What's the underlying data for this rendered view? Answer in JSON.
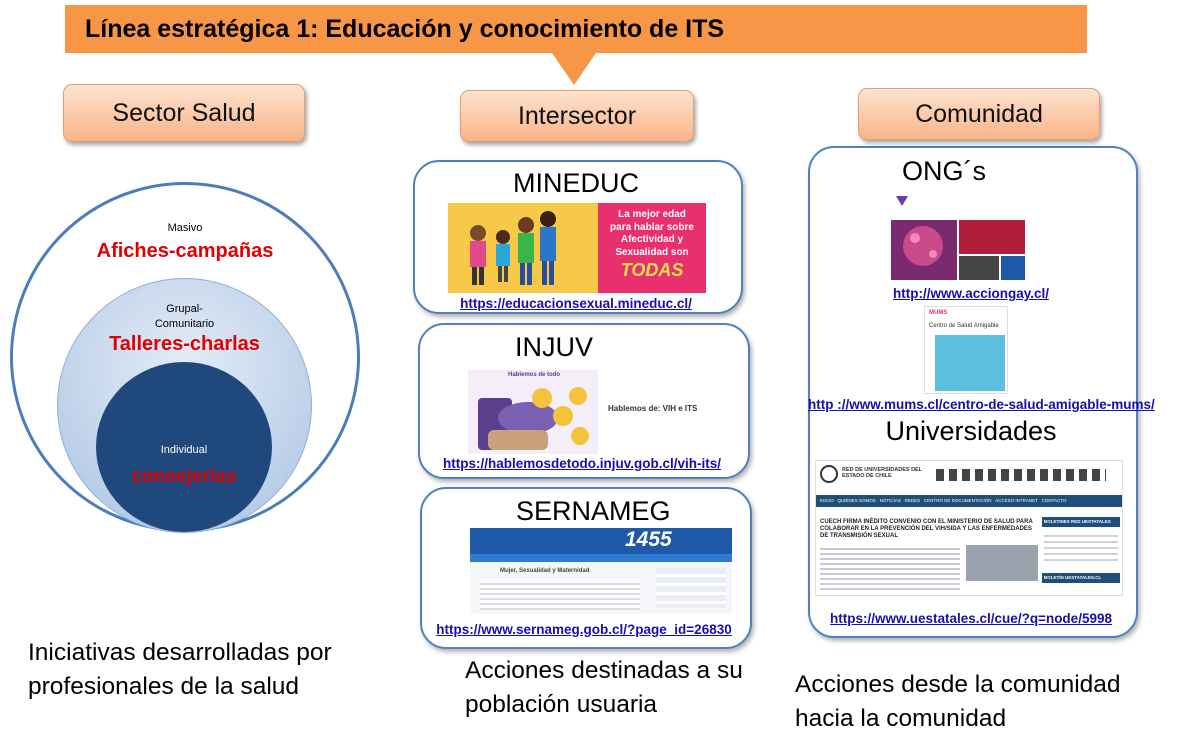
{
  "banner": {
    "title": "Línea estratégica 1: Educación y conocimiento de ITS"
  },
  "columns": {
    "health": "Sector Salud",
    "intersector": "Intersector",
    "community": "Comunidad"
  },
  "circles": {
    "outer_small": "Masivo",
    "outer_big": "Afiches-campañas",
    "middle_small_1": "Grupal-",
    "middle_small_2": "Comunitario",
    "middle_big": "Talleres-charlas",
    "inner_small": "Individual",
    "inner_big": "consejerías"
  },
  "intersector": {
    "mineduc": {
      "title": "MINEDUC",
      "url": "https://educacionsexual.mineduc.cl/",
      "banner_text": [
        "La mejor edad",
        "para hablar sobre",
        "Afectividad y",
        "Sexualidad son"
      ],
      "banner_big": "TODAS"
    },
    "injuv": {
      "title": "INJUV",
      "url": "https://hablemosdetodo.injuv.gob.cl/vih-its/",
      "page_heading": "Hablemos de: VIH e ITS",
      "logo": "Hablemos de todo"
    },
    "sernameg": {
      "title": "SERNAMEG",
      "url": "https://www.sernameg.gob.cl/?page_id=26830",
      "number": "1455",
      "section_title": "Mujer, Sexualidad y Maternidad"
    }
  },
  "community": {
    "ong": {
      "title": "ONG´s",
      "url1": "http://www.acciongay.cl/",
      "url2": "http ://www.mums.cl/centro-de-salud-amigable-mums/",
      "mums_label": "Centro de Salud Amigable",
      "mums_logo": "MUMS"
    },
    "uni": {
      "title": "Universidades",
      "url": "https://www.uestatales.cl/cue/?q=node/5998",
      "site_name": "RED DE UNIVERSIDADES DEL ESTADO DE CHILE",
      "headline": "CUECH FIRMA INÉDITO CONVENIO CON EL MINISTERIO DE SALUD PARA COLABORAR EN LA PREVENCIÓN DEL VIH/SIDA Y LAS ENFERMEDADES DE TRANSMISIÓN SEXUAL",
      "side_header": "BOLETINES RED UESTATALES",
      "side_footer": "BOLETÍN UESTATALES.CL",
      "nav": [
        "INICIO",
        "QUIÉNES SOMOS",
        "NOTICIAS",
        "REDES",
        "CENTRO DE DOCUMENTACIÓN",
        "ACCESO INTRANET",
        "CONTACTO"
      ]
    }
  },
  "captions": {
    "health": "Iniciativas desarrolladas por profesionales de la salud",
    "intersector": "Acciones destinadas a su población usuaria",
    "community": "Acciones desde la comunidad hacia la comunidad"
  }
}
